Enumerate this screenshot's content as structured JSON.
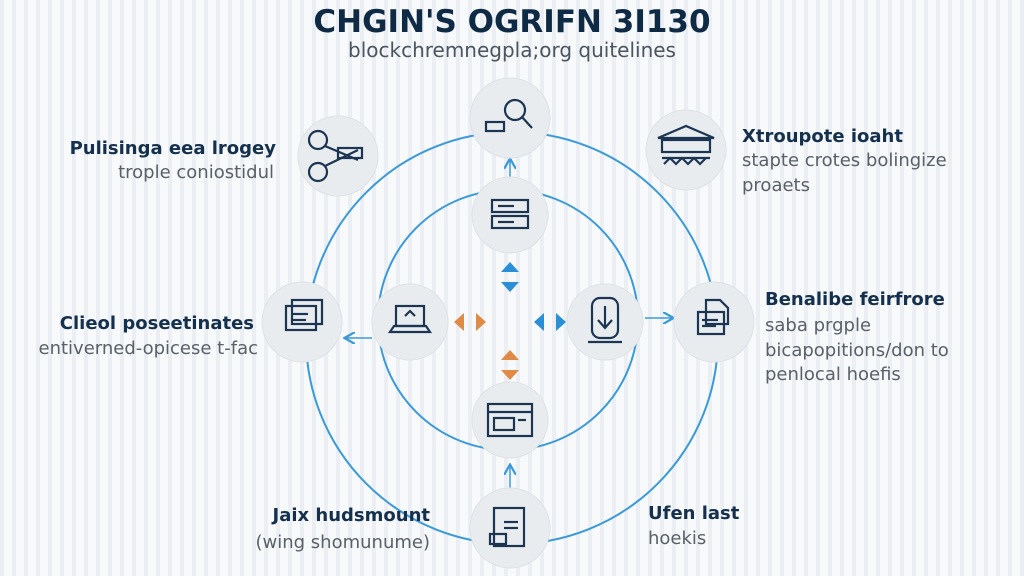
{
  "header": {
    "title": "CHGIN'S OGRIFN 3I130",
    "subtitle": "blockchremnegpla;org quitelines"
  },
  "colors": {
    "line": "#3a9ad9",
    "node": "#e8ecef",
    "icon": "#1c3553",
    "arrow_blue": "#2a8fd6",
    "arrow_orange": "#e08a45"
  },
  "labels": {
    "top_left": {
      "title": "Pulisinga eea lrogey",
      "desc": "trople coniostidul"
    },
    "top_right": {
      "title": "Xtroupote ioaht",
      "desc1": "stapte crotes bolingize",
      "desc2": "proaets"
    },
    "left": {
      "title": "Clieol poseetinates",
      "desc": "entiverned-opicese t-fac"
    },
    "right": {
      "title": "Benalibe feirfrore",
      "desc1": "saba prgple",
      "desc2": "bicapopitions/don to",
      "desc3": "penlocal hoefis"
    },
    "bottom_left": {
      "title": "Jaix hudsmount",
      "desc": "(wing shomunume)"
    },
    "bottom_right": {
      "title": "Ufen last",
      "desc": "hoekis"
    }
  }
}
